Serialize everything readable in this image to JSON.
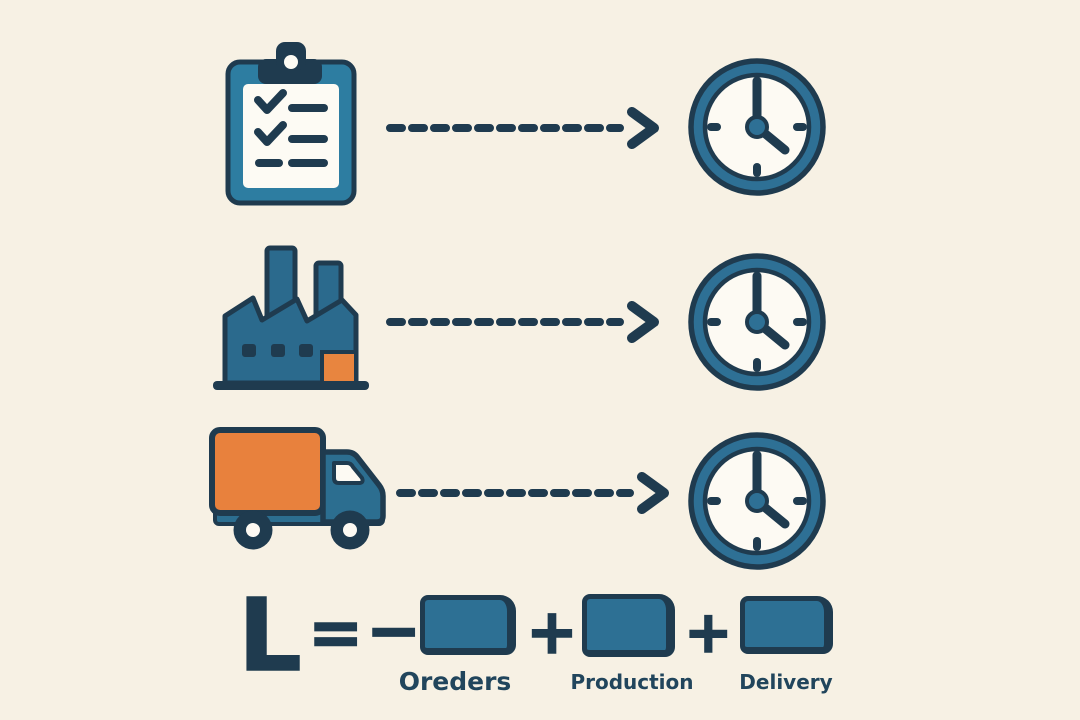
{
  "title": "lead-time process infographic",
  "colors": {
    "background": "#f7f1e4",
    "teal": "#2d7094",
    "teal_bright": "#2d7da1",
    "navy": "#1f3b4f",
    "orange": "#e8813d",
    "paper_white": "#fdfaf3"
  },
  "process_rows": [
    {
      "name": "orders",
      "source_icon": "clipboard-checklist-icon",
      "connector_icon": "dashed-arrow-icon",
      "target_icon": "clock-icon"
    },
    {
      "name": "production",
      "source_icon": "factory-icon",
      "connector_icon": "dashed-arrow-icon",
      "target_icon": "clock-icon"
    },
    {
      "name": "delivery",
      "source_icon": "delivery-truck-icon",
      "connector_icon": "dashed-arrow-icon",
      "target_icon": "clock-icon"
    }
  ],
  "formula": {
    "lhs": "L",
    "equals_sign": "=",
    "minus_sign": "−",
    "plus_sign": "+",
    "terms": [
      {
        "label": "Oreders"
      },
      {
        "label": "Production"
      },
      {
        "label": "Delivery"
      }
    ]
  }
}
